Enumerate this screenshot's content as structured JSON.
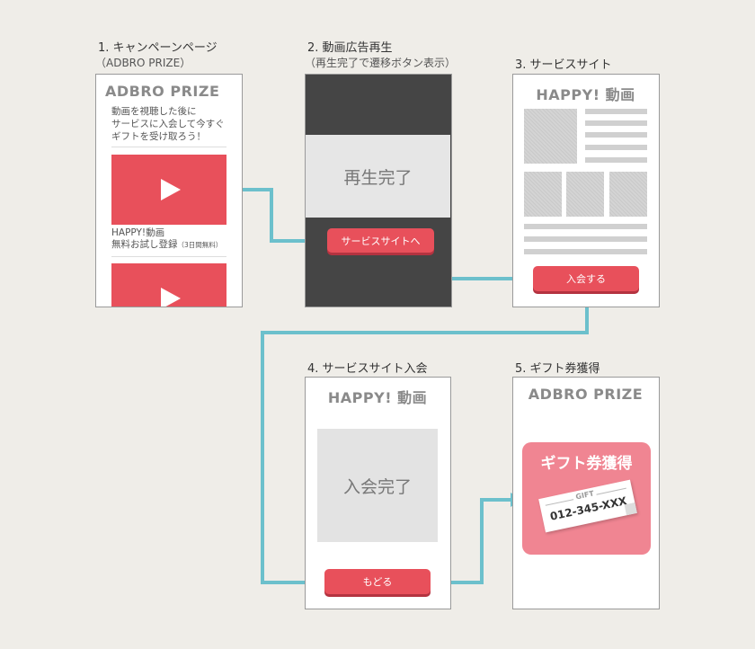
{
  "steps": {
    "s1": {
      "title": "1. キャンペーンページ",
      "sub": "（ADBRO PRIZE）"
    },
    "s2": {
      "title": "2. 動画広告再生",
      "sub": "（再生完了で遷移ボタン表示）"
    },
    "s3": {
      "title": "3. サービスサイト"
    },
    "s4": {
      "title": "4. サービスサイト入会"
    },
    "s5": {
      "title": "5. ギフト券獲得"
    }
  },
  "screen1": {
    "brand": "ADBRO PRIZE",
    "intro_line1": "動画を視聴した後に",
    "intro_line2": "サービスに入会して今すぐ",
    "intro_line3": "ギフトを受け取ろう！",
    "item_line1": "HAPPY!動画",
    "item_line2": "無料お試し登録",
    "item_note": "（3日間無料）"
  },
  "screen2": {
    "overlay_text": "再生完了",
    "button_label": "サービスサイトへ"
  },
  "screen3": {
    "brand": "HAPPY! 動画",
    "button_label": "入会する"
  },
  "screen4": {
    "brand": "HAPPY! 動画",
    "complete_text": "入会完了",
    "button_label": "もどる"
  },
  "screen5": {
    "brand": "ADBRO PRIZE",
    "card_title": "ギフト券獲得",
    "ticket_label": "GIFT",
    "ticket_code": "012-345-XXX"
  },
  "colors": {
    "background": "#efede8",
    "accent_red": "#e8505b",
    "arrow": "#6cc0cc",
    "gift_card": "#f08592"
  }
}
